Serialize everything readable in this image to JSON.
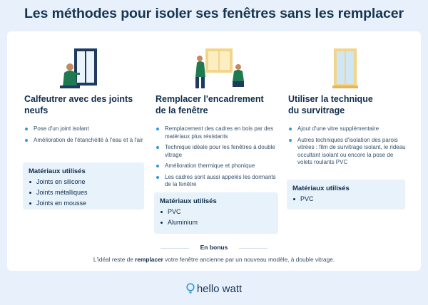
{
  "title": "Les méthodes pour isoler ses fenêtres sans les remplacer",
  "columns": [
    {
      "title_line1": "Calfeutrer avec des joints",
      "title_line2": "neufs",
      "bullets": [
        "Pose d'un joint isolant",
        "Amélioration de l'étanchéité à l'eau et à l'air"
      ],
      "materials_title": "Matériaux utilisés",
      "materials": [
        "Joints en silicone",
        "Joints métalliques",
        "Joints en  mousse"
      ]
    },
    {
      "title_line1": "Remplacer l'encadrement",
      "title_line2": "de la fenêtre",
      "bullets": [
        "Remplacement des cadres en bois par des matériaux plus résistants",
        "Technique idéale pour les fenêtres à double vitrage",
        "Amélioration thermique et phonique",
        "Les cadres sont aussi appelés les dormants de la fenêtre"
      ],
      "materials_title": "Matériaux utilisés",
      "materials": [
        "PVC",
        "Aluminium"
      ]
    },
    {
      "title_line1": "Utiliser la technique",
      "title_line2": "du survitrage",
      "bullets": [
        "Ajout d'une vitre supplémentaire",
        "Autres techniques d'isolation des parois vitrées : film de survitrage isolant, le rideau occultant isolant ou encore la pose de volets roulants PVC"
      ],
      "materials_title": "Matériaux utilisés",
      "materials": [
        "PVC"
      ]
    }
  ],
  "bonus": {
    "label": "En bonus",
    "text_before": "L'idéal reste de ",
    "text_bold": "remplacer",
    "text_after": " votre fenêtre ancienne par un nouveau modèle, à double vitrage."
  },
  "logo": {
    "text": "hello watt",
    "icon": "lightbulb-icon"
  },
  "colors": {
    "background": "#e8f1fb",
    "accent": "#2f9bd6",
    "text": "#0f2d4d",
    "box": "#e7f2fb"
  }
}
